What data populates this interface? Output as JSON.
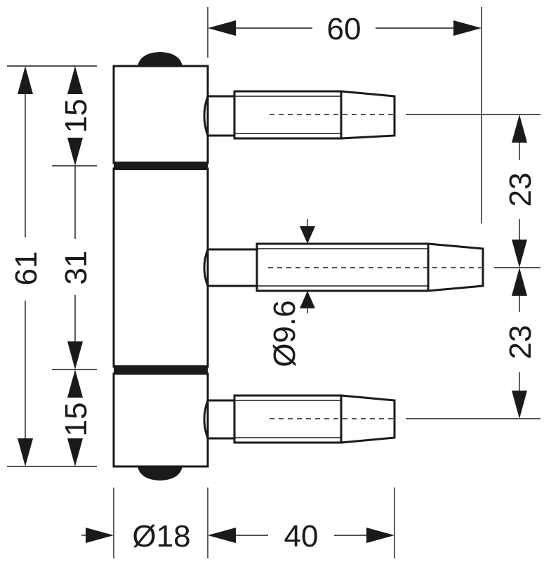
{
  "drawing": {
    "dimensions": {
      "total_height": "61",
      "top_knuckle_height": "15",
      "middle_knuckle_height": "31",
      "bottom_knuckle_height": "15",
      "overall_width": "60",
      "upper_pin_spacing": "23",
      "lower_pin_spacing": "23",
      "pin_diameter": "Ø9.6",
      "barrel_diameter": "Ø18",
      "pin_length": "40"
    },
    "colors": {
      "line": "#1a1a1a",
      "background": "#ffffff"
    }
  }
}
